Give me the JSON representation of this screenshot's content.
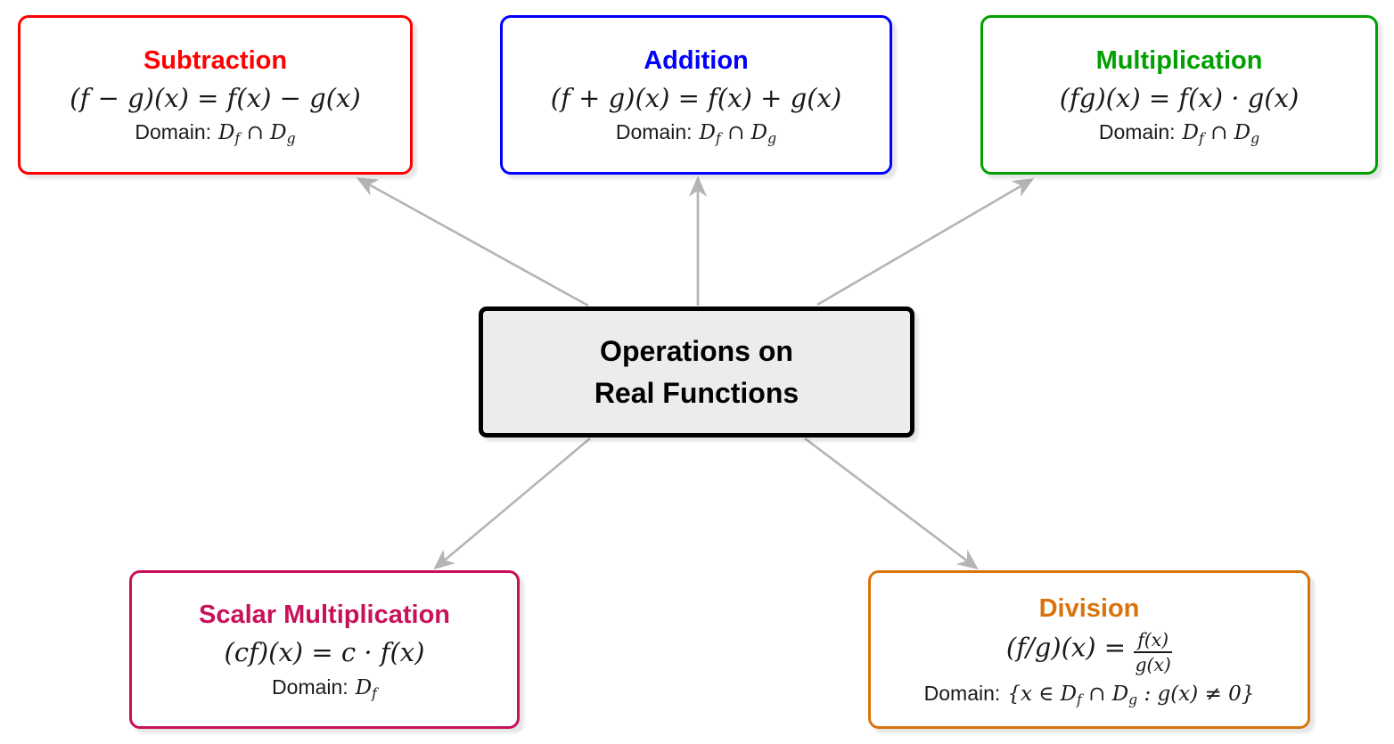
{
  "colors": {
    "arrow": "#b4b4b4",
    "center_fill": "#ececec",
    "center_border": "#000000"
  },
  "center": {
    "line1": "Operations on",
    "line2": "Real Functions"
  },
  "nodes": [
    {
      "id": "subtraction",
      "title": "Subtraction",
      "color": "#ff0000",
      "formula": "(f − g)(x) = f(x) − g(x)",
      "domain_label": "Domain:",
      "domain": "D~f~ ∩ D~g~"
    },
    {
      "id": "addition",
      "title": "Addition",
      "color": "#0000ff",
      "formula": "(f + g)(x) = f(x) + g(x)",
      "domain_label": "Domain:",
      "domain": "D~f~ ∩ D~g~"
    },
    {
      "id": "multiplication",
      "title": "Multiplication",
      "color": "#00a000",
      "formula": "(fg)(x) = f(x) · g(x)",
      "domain_label": "Domain:",
      "domain": "D~f~ ∩ D~g~"
    },
    {
      "id": "scalar-multiplication",
      "title": "Scalar Multiplication",
      "color": "#c8115b",
      "formula": "(cf)(x) = c · f(x)",
      "domain_label": "Domain:",
      "domain": "D~f~"
    },
    {
      "id": "division",
      "title": "Division",
      "color": "#d9730d",
      "formula": "(f/g)(x) = ",
      "frac_num": "f(x)",
      "frac_den": "g(x)",
      "domain_label": "Domain:",
      "domain": "{x ∈ D~f~ ∩ D~g~ : g(x) ≠ 0}"
    }
  ]
}
